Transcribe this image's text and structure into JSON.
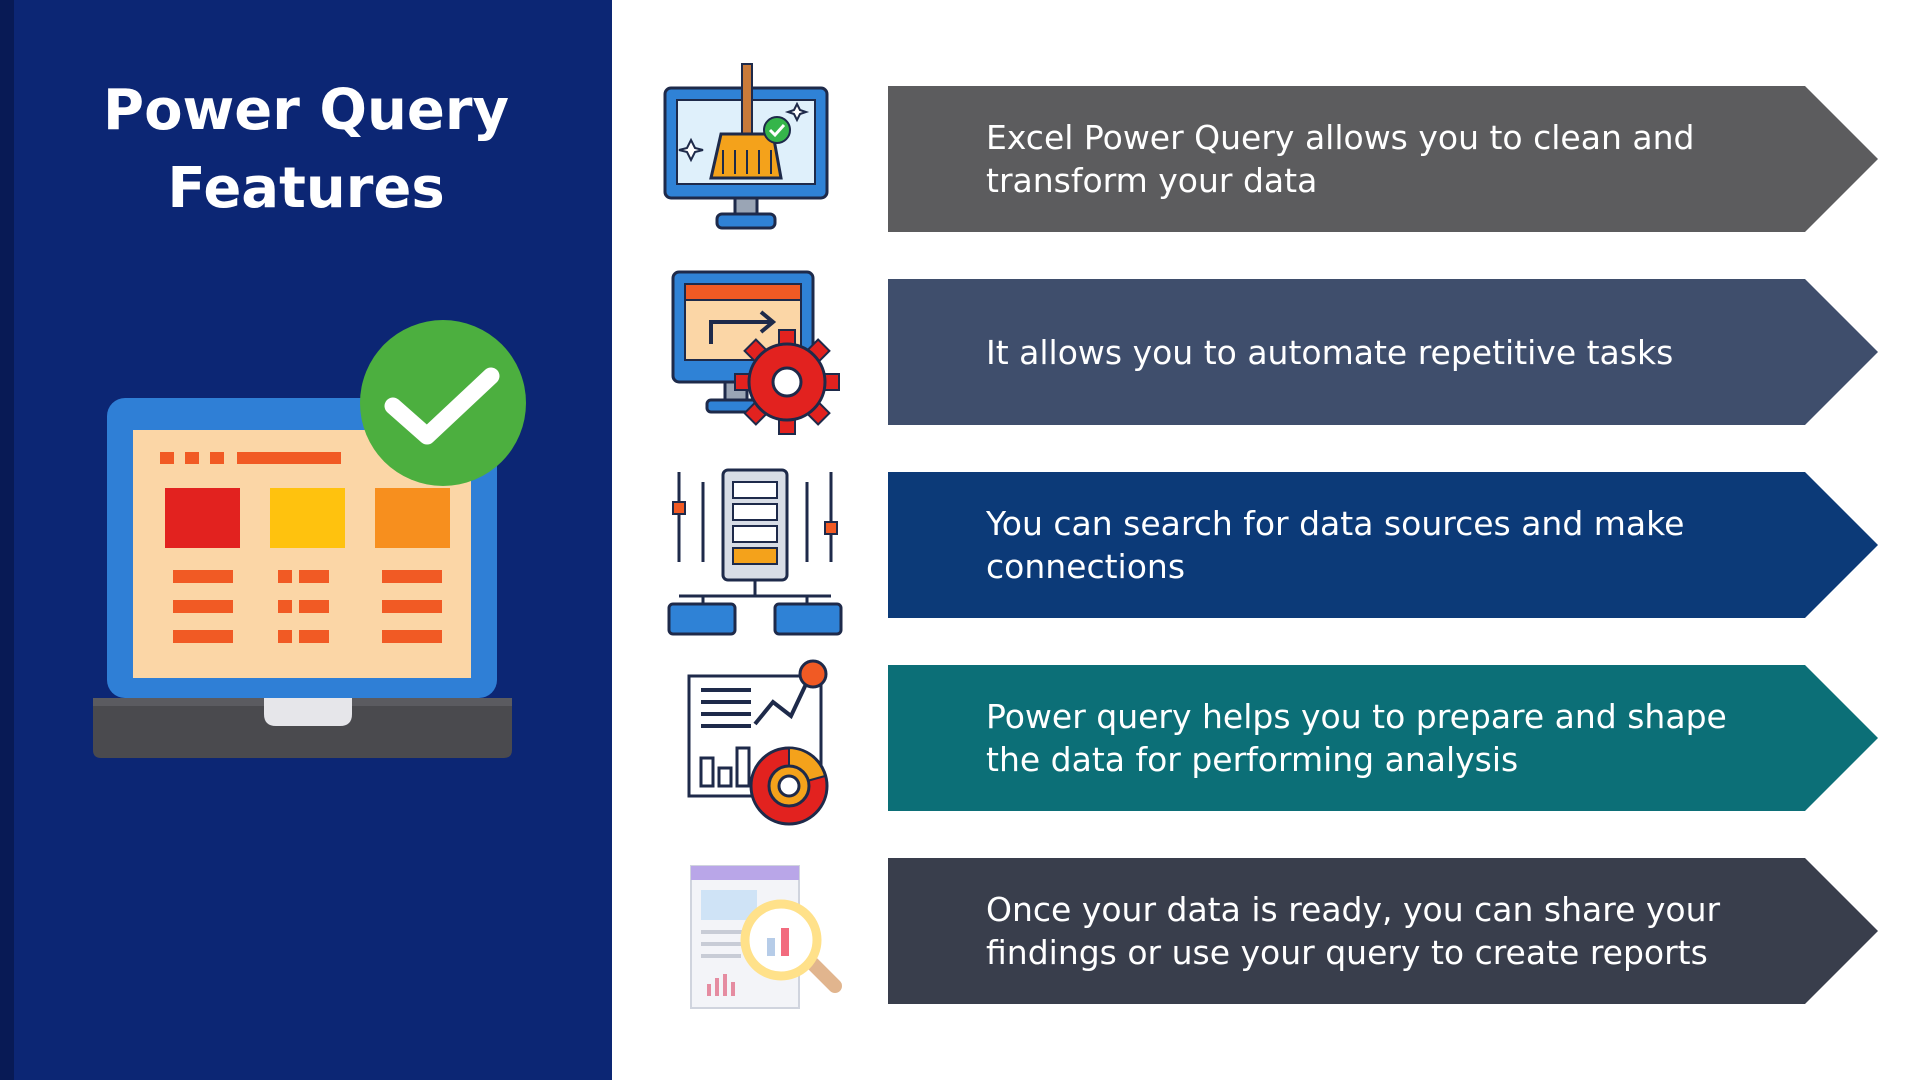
{
  "slide": {
    "title_line1": "Power Query",
    "title_line2": "Features"
  },
  "colors": {
    "left_panel": "#0c2674",
    "arrow_1": "#5c5c5e",
    "arrow_2": "#3f4e6c",
    "arrow_3": "#0c3a78",
    "arrow_4": "#0c6f77",
    "arrow_5": "#393e4c",
    "check_green": "#4caf3f"
  },
  "illustration": {
    "icon": "laptop-with-checkmark-icon"
  },
  "features": [
    {
      "icon": "monitor-brush-clean-icon",
      "text": "Excel Power Query allows you to clean and transform your data"
    },
    {
      "icon": "monitor-gear-automation-icon",
      "text": "It allows you to automate repetitive tasks"
    },
    {
      "icon": "server-network-connections-icon",
      "text": "You can search for data sources and make connections"
    },
    {
      "icon": "analytics-dashboard-icon",
      "text": "Power query helps you to prepare and shape the data for performing analysis"
    },
    {
      "icon": "report-magnifier-icon",
      "text": "Once your data is ready, you can share your findings or use your query to create reports"
    }
  ]
}
